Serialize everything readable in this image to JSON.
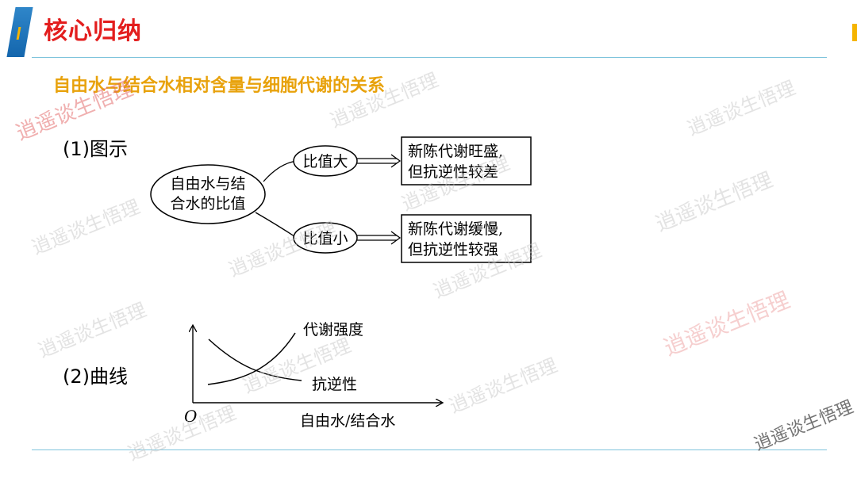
{
  "header": {
    "title": "核心归纳",
    "accent_color": "#1a73b8",
    "title_color": "#e31e1e"
  },
  "subtitle": {
    "text": "自由水与结合水相对含量与细胞代谢的关系",
    "color": "#e8a20c"
  },
  "section1": {
    "label": "(1)图示",
    "diagram": {
      "root_lines": [
        "自由水与结",
        "合水的比值"
      ],
      "branch_high": "比值大",
      "branch_low": "比值小",
      "result_high": [
        "新陈代谢旺盛,",
        "但抗逆性较差"
      ],
      "result_low": [
        "新陈代谢缓慢,",
        "但抗逆性较强"
      ]
    }
  },
  "section2": {
    "label": "(2)曲线",
    "graph": {
      "curve_rising_label": "代谢强度",
      "curve_falling_label": "抗逆性",
      "x_axis_label": "自由水/结合水",
      "origin_label": "O"
    }
  },
  "watermark": {
    "text": "逍遥谈生悟理"
  }
}
